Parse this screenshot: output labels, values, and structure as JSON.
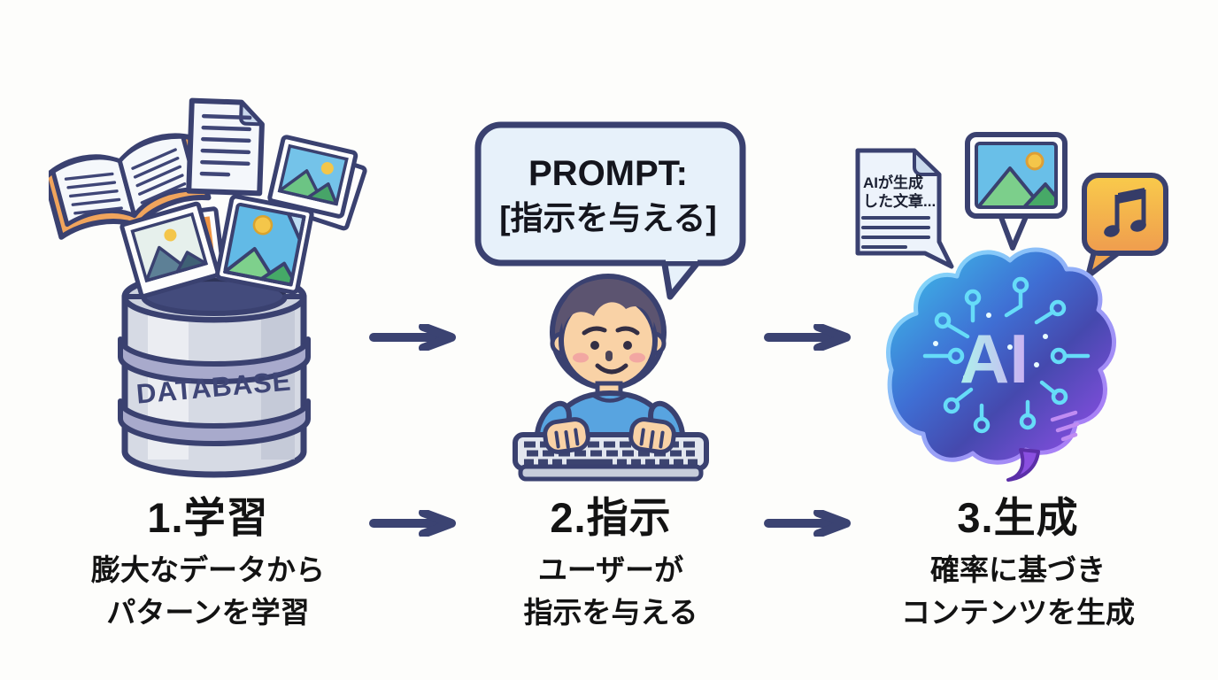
{
  "diagram": {
    "background_color": "#fdfdfb",
    "outline_color": "#3a4170",
    "arrow_color": "#3b4372",
    "text_color": "#131313",
    "steps": [
      {
        "id": "learning",
        "heading": "1.学習",
        "description": [
          "膨大なデータから",
          "パターンを学習"
        ],
        "illustration": {
          "type": "data-into-database",
          "database_label": "DATABASE",
          "items": [
            "open-book",
            "text-document",
            "photo-stack",
            "falling-photos"
          ],
          "database_body_color": "#d6dae4",
          "database_band_color": "#a8aacc",
          "book_cover_color": "#f0a45c",
          "photo_sky_color": "#69bfe8",
          "photo_sun_color": "#f4c64a"
        }
      },
      {
        "id": "instruction",
        "heading": "2.指示",
        "description": [
          "ユーザーが",
          "指示を与える"
        ],
        "illustration": {
          "type": "user-typing-prompt",
          "speech_bubble": [
            "PROMPT:",
            "[指示を与える]"
          ],
          "bubble_fill_color": "#e7f1fa",
          "shirt_color": "#58a4e0",
          "skin_color": "#f9d2a6",
          "hair_color": "#5c5470",
          "keyboard_color": "#e3e7ef"
        }
      },
      {
        "id": "generation",
        "heading": "3.生成",
        "description": [
          "確率に基づき",
          "コンテンツを生成"
        ],
        "illustration": {
          "type": "ai-brain-with-outputs",
          "ai_label": "AI",
          "generated_document": [
            "AIが生成",
            "した文章..."
          ],
          "outputs": [
            "generated-text-document",
            "generated-image",
            "generated-music"
          ],
          "brain_gradient": [
            "#3cc8ec",
            "#3f6fd4",
            "#4549ae",
            "#9b4ff0"
          ],
          "circuit_color": "#66dcf8",
          "music_bubble_color": "#f4b44c"
        }
      }
    ]
  }
}
